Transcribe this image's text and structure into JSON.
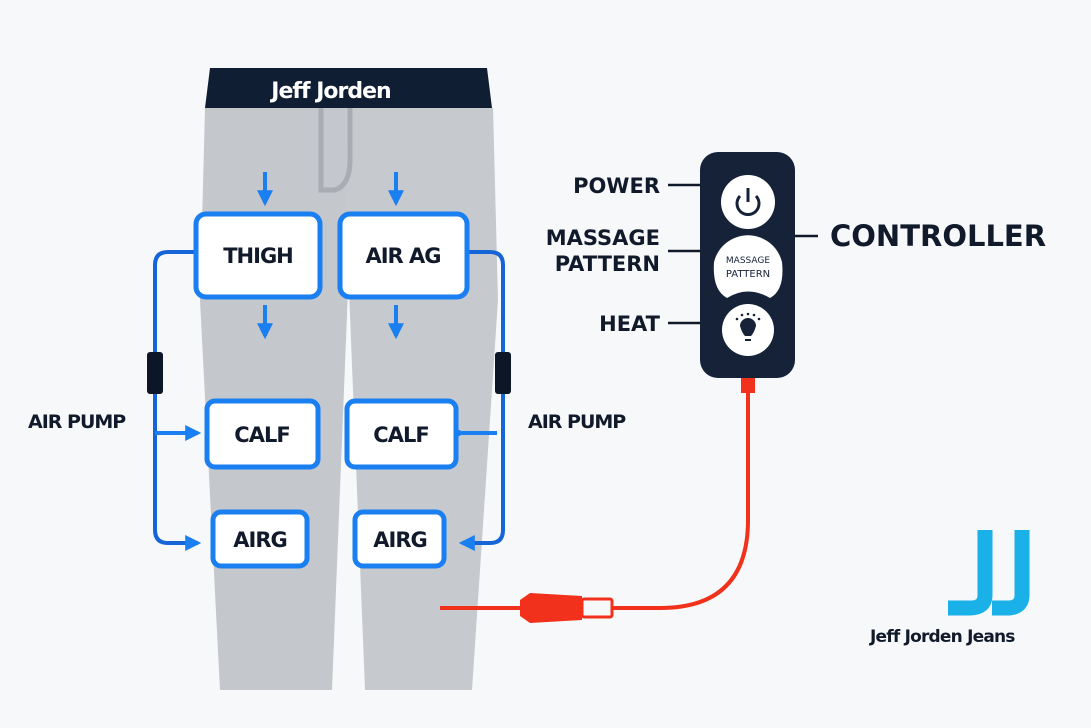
{
  "waistband_label": "Jeff Jorden",
  "chambers": {
    "thigh_left": "THIGH",
    "thigh_right": "AIR AG",
    "calf_left": "CALF",
    "calf_right": "CALF",
    "ankle_left": "AIRG",
    "ankle_right": "AIRG"
  },
  "pump_labels": {
    "left": "AIR PUMP",
    "right": "AIR PUMP"
  },
  "controller": {
    "title": "CONTROLLER",
    "power_label": "POWER",
    "massage_label_line1": "MASSAGE",
    "massage_label_line2": "PATTERN",
    "heat_label": "HEAT",
    "button_text_line1": "MASSAGE",
    "button_text_line2": "PATTERN",
    "power_icon": "power-icon",
    "heat_icon": "lightbulb-icon"
  },
  "brand": {
    "logo": "JJ",
    "name": "Jeff Jorden Jeans"
  },
  "colors": {
    "tube": "#1a7ff0",
    "cable": "#f2311c",
    "controller": "#152238",
    "logo": "#1ab0e8",
    "pants": "#c4c7cc"
  }
}
